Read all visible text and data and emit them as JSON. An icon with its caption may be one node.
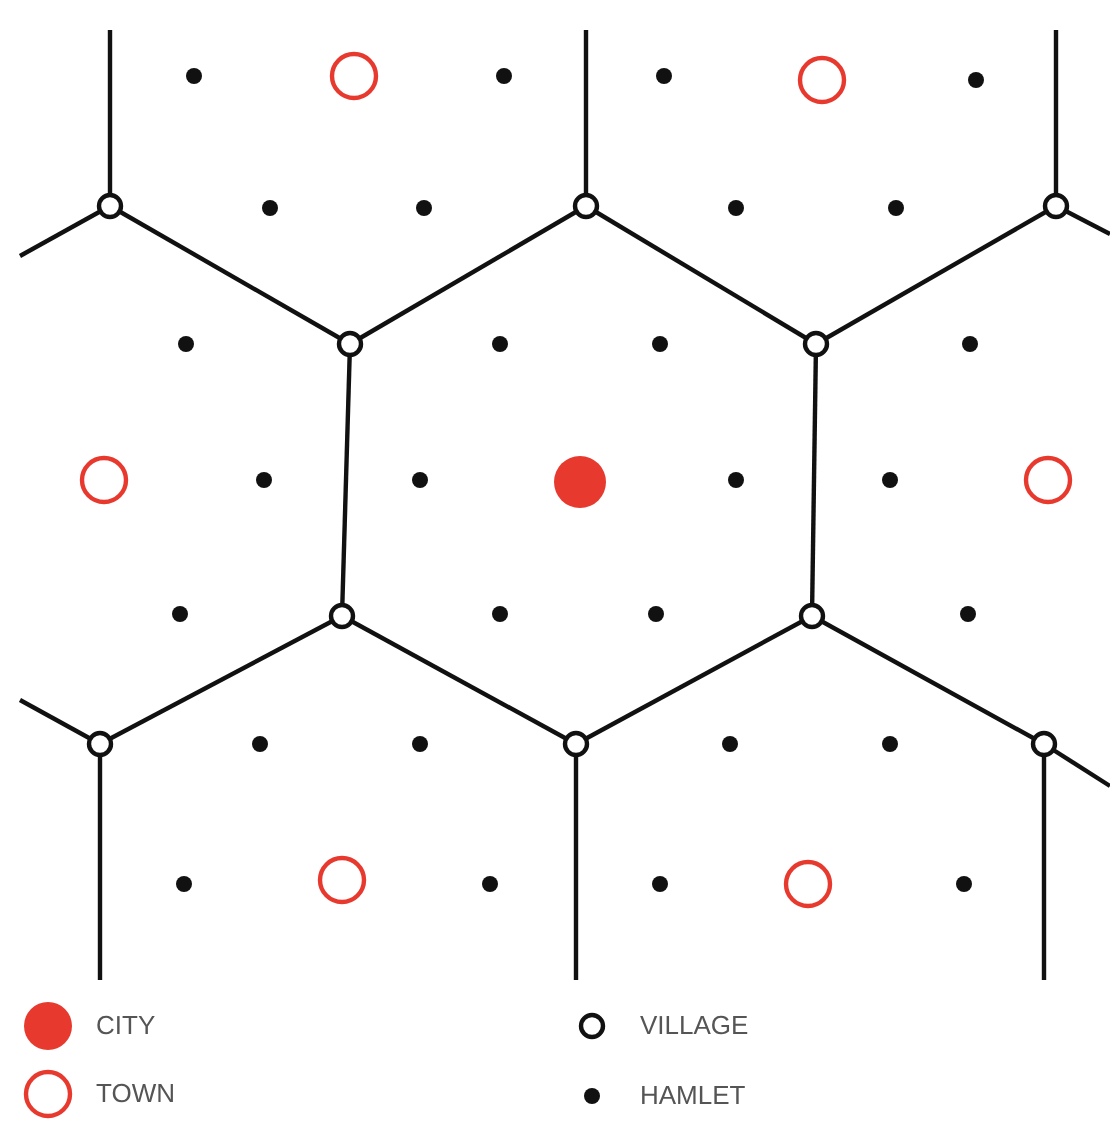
{
  "diagram": {
    "legend": [
      {
        "text": "CITY"
      },
      {
        "text": "VILLAGE"
      },
      {
        "text": "TOWN"
      },
      {
        "text": "HAMLET"
      }
    ]
  }
}
